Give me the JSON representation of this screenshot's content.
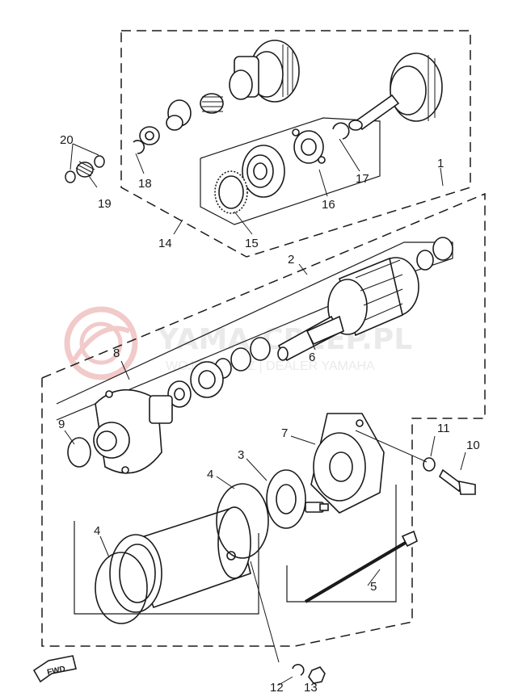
{
  "callouts": {
    "c1": "1",
    "c2": "2",
    "c3": "3",
    "c4a": "4",
    "c4b": "4",
    "c5": "5",
    "c6": "6",
    "c7": "7",
    "c8": "8",
    "c9": "9",
    "c10": "10",
    "c11": "11",
    "c12": "12",
    "c13": "13",
    "c14": "14",
    "c15": "15",
    "c16": "16",
    "c17": "17",
    "c18": "18",
    "c19": "19",
    "c20": "20"
  },
  "watermark": {
    "title": "YAMA-CREEP.PL",
    "subtitle": "WOJCIECH.CZ | DEALER YAMAHA"
  },
  "fwd_label": "FWD",
  "colors": {
    "ink": "#1a1a1a",
    "watermark": "#e8a0a0",
    "watermark_text": "#d9d9d9"
  }
}
